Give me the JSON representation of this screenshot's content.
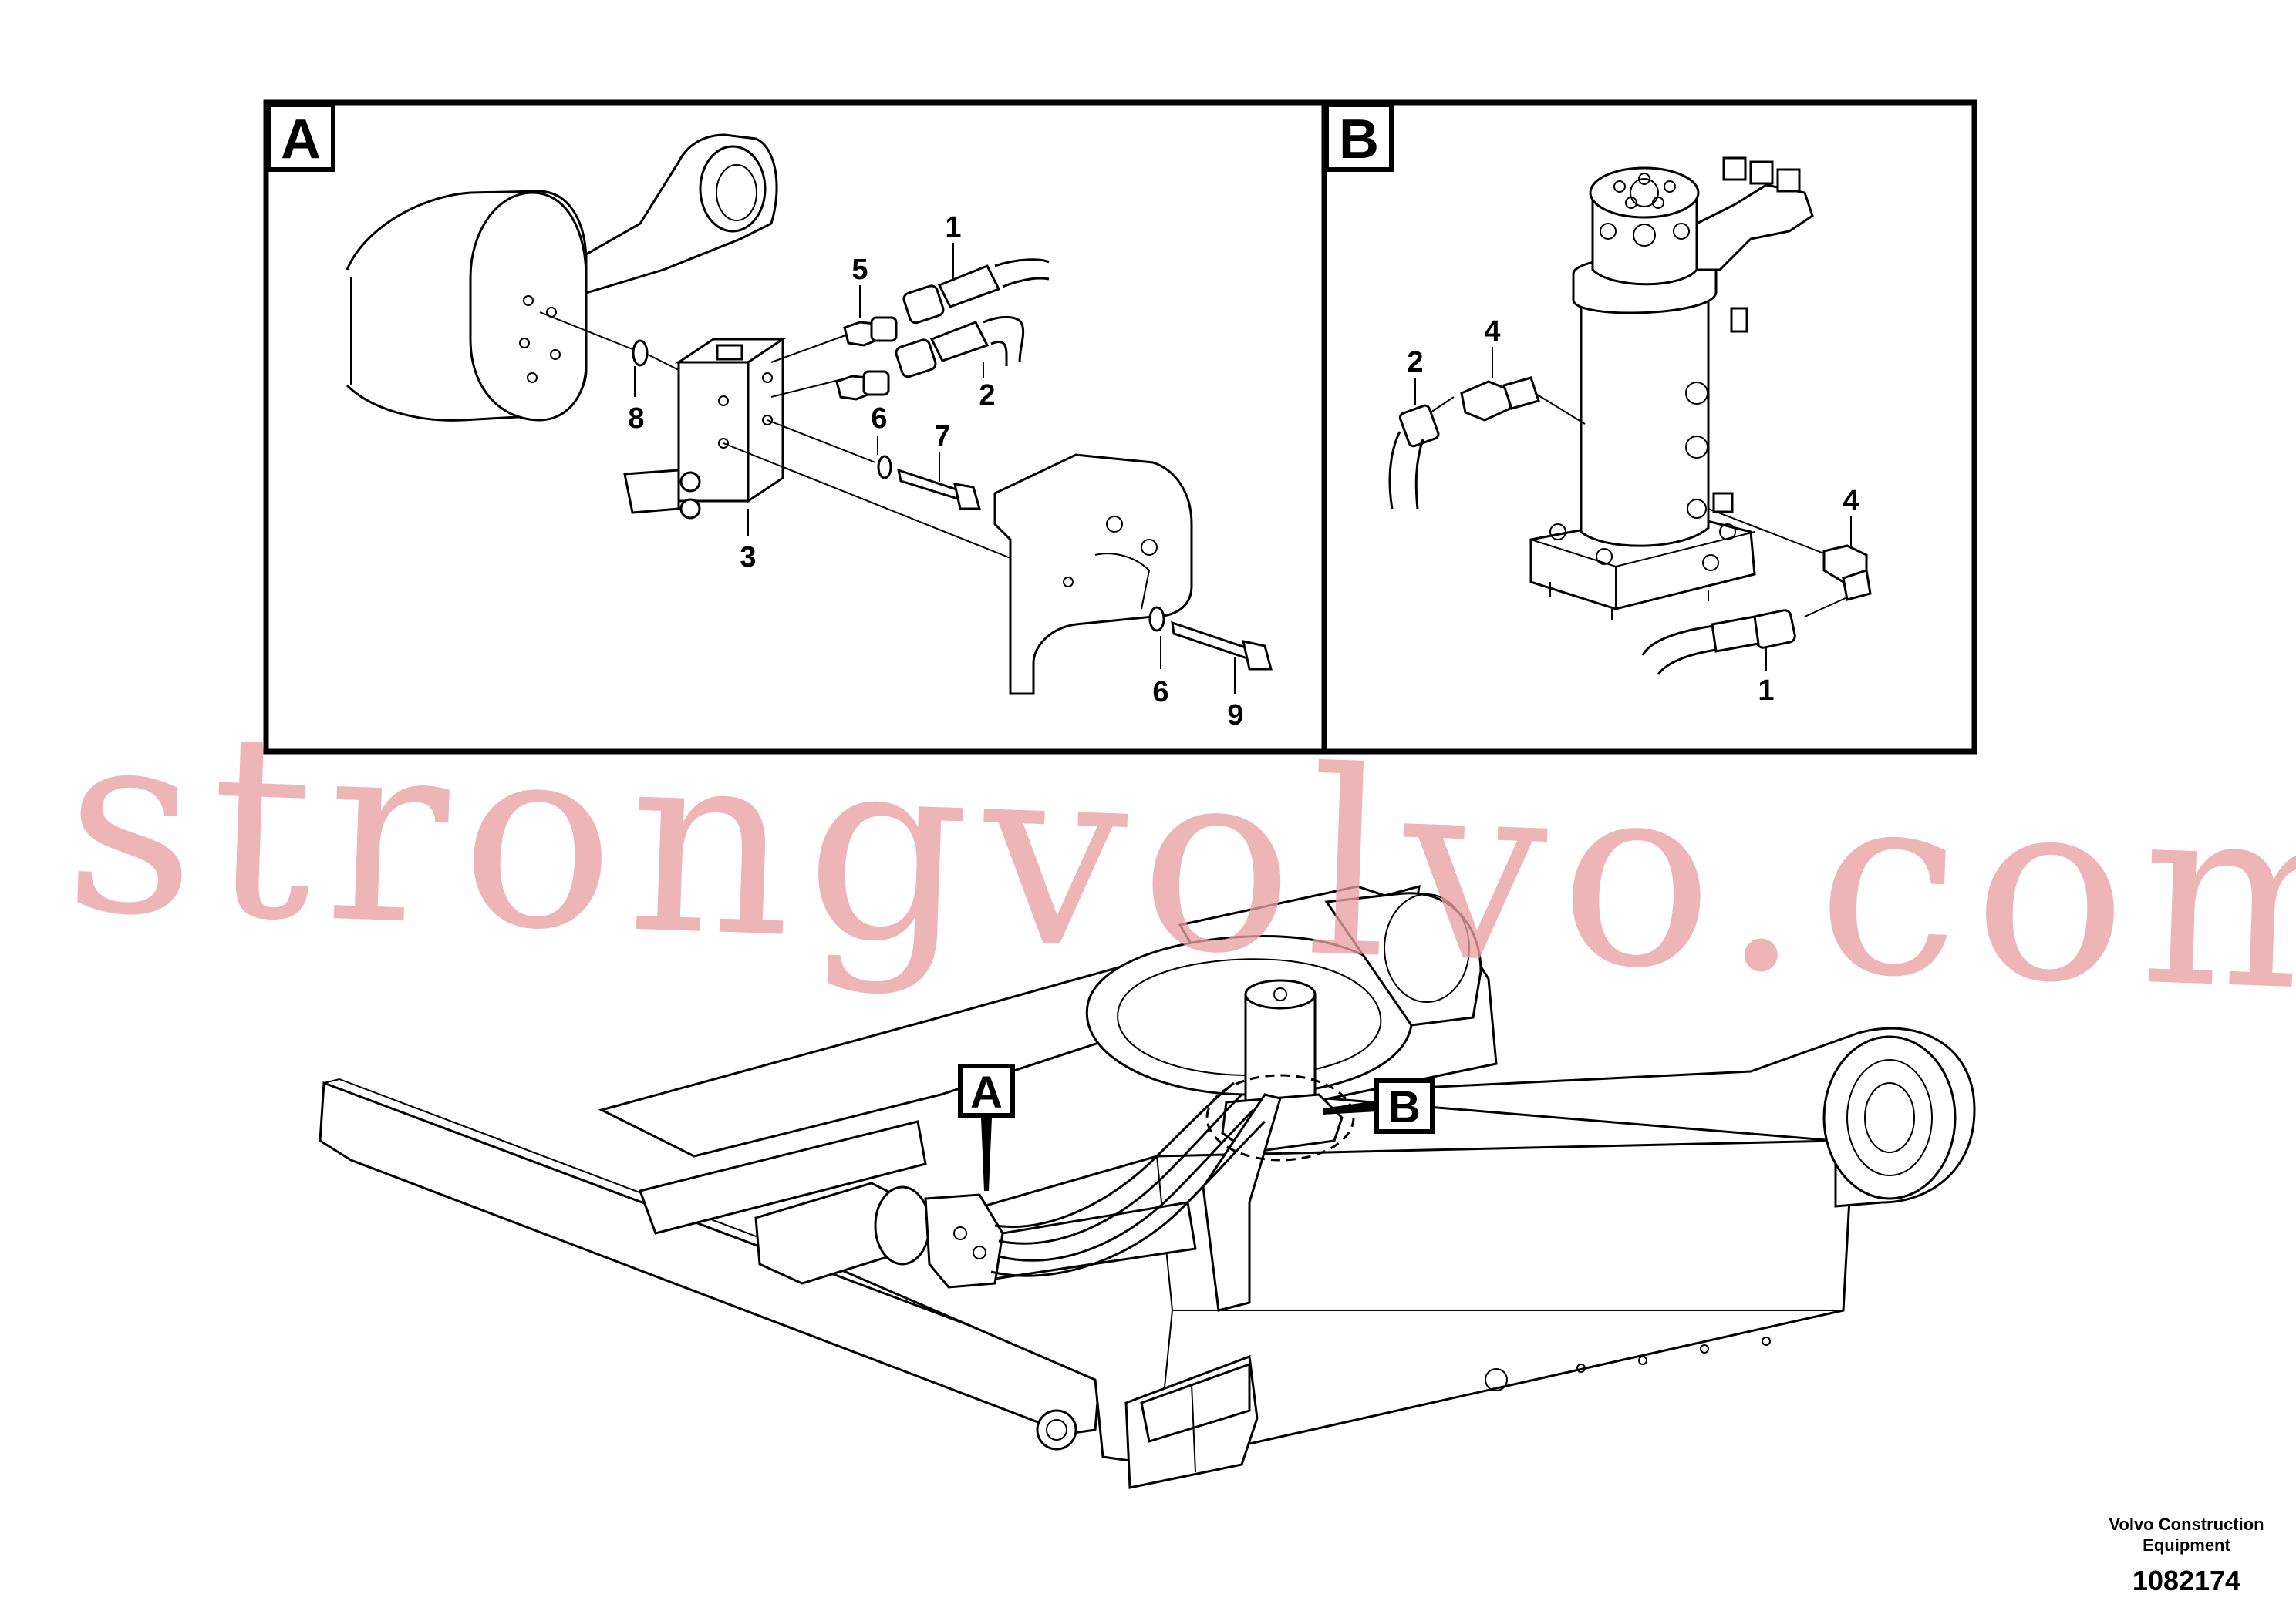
{
  "panels": {
    "A": {
      "tag": "A",
      "callouts": {
        "c1": "1",
        "c2": "2",
        "c3": "3",
        "c5": "5",
        "c6a": "6",
        "c6b": "6",
        "c7": "7",
        "c8": "8",
        "c9": "9"
      }
    },
    "B": {
      "tag": "B",
      "callouts": {
        "c1": "1",
        "c2": "2",
        "c4a": "4",
        "c4b": "4"
      }
    }
  },
  "overview": {
    "tag_a": "A",
    "tag_b": "B"
  },
  "watermark": "strongvolvo.com",
  "footer": {
    "line1": "Volvo Construction",
    "line2": "Equipment",
    "drawing_number": "1082174"
  }
}
